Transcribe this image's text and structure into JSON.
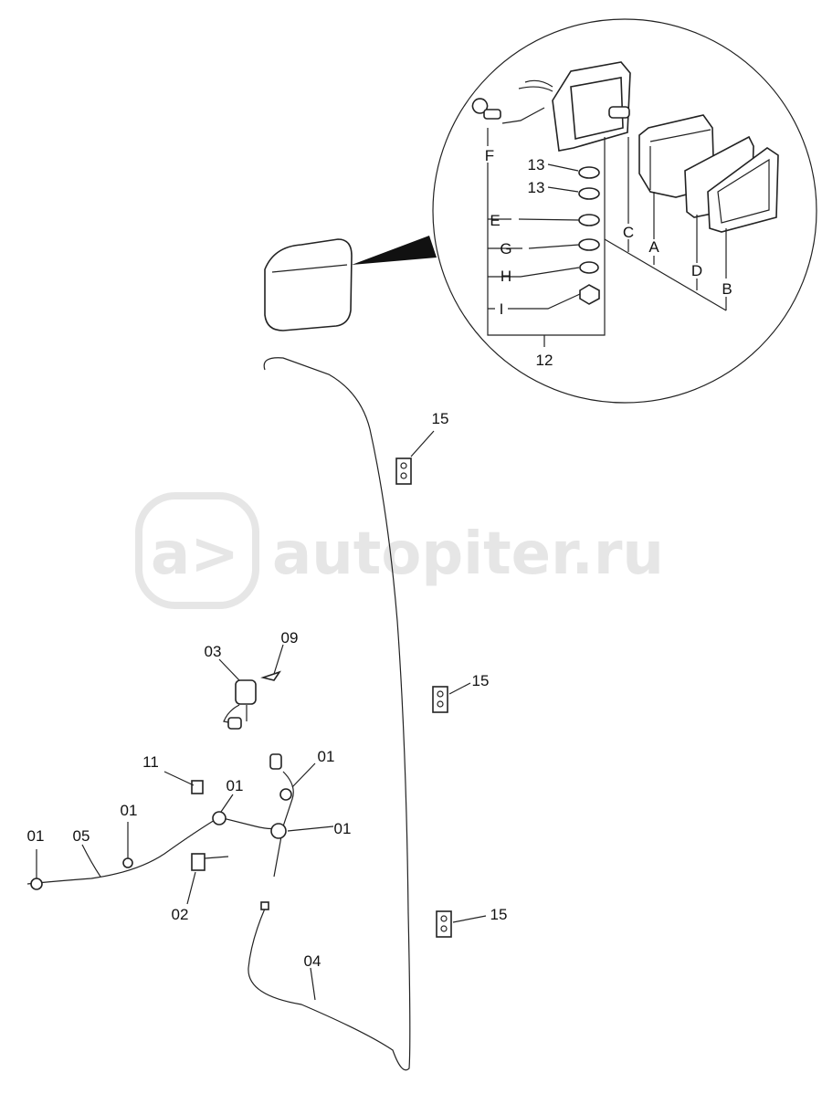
{
  "watermark": {
    "text": "autopiter.ru",
    "logo": "a>"
  },
  "detail_labels": {
    "F": "F",
    "13a": "13",
    "13b": "13",
    "E": "E",
    "G": "G",
    "H": "H",
    "I": "I",
    "12": "12",
    "C": "C",
    "A": "A",
    "D": "D",
    "B": "B"
  },
  "part_labels": {
    "15a": "15",
    "15b": "15",
    "15c": "15",
    "03": "03",
    "09": "09",
    "11": "11",
    "01a": "01",
    "01b": "01",
    "01c": "01",
    "01d": "01",
    "01e": "01",
    "05": "05",
    "02": "02",
    "04": "04"
  }
}
